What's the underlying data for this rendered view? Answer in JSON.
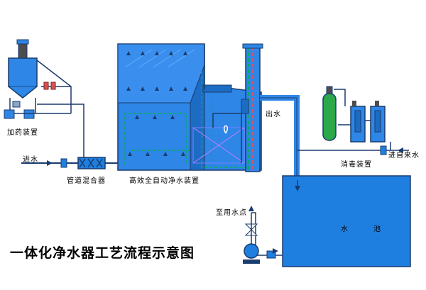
{
  "diagram": {
    "title": "一体化净水器工艺流程示意图",
    "labels": {
      "dosing_device": "加药装置",
      "water_inlet": "进水",
      "pipe_mixer": "管道混合器",
      "purifier": "高效全自动净水装置",
      "water_outlet": "出水",
      "disinfection_device": "消毒装置",
      "tap_water_inlet": "进自来水",
      "water_point": "至用水点",
      "tank_left": "水",
      "tank_right": "池"
    },
    "colors": {
      "water_blue": "#2e86e6",
      "tank_blue": "#1f7fe0",
      "arrow_green": "#00b050",
      "pipe_dark": "#1a3c6e",
      "cylinder_green": "#2aa84a"
    }
  }
}
